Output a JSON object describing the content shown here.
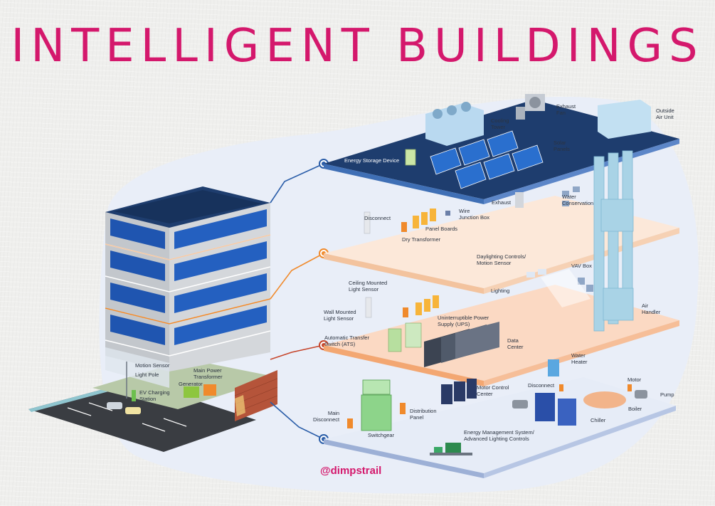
{
  "title": "INTELLIGENT BUILDINGS",
  "credit": "@dimpstrail",
  "colors": {
    "title": "#d4186c",
    "roof": "#1e3d6e",
    "floor_light": "#fce3d2",
    "floor_blue": "#e6ecf7",
    "connector_blue": "#2a5da8",
    "connector_orange": "#f08a2c"
  },
  "labels": {
    "exhaust_fan": "Exhaust\nFan",
    "outside_air_unit": "Outside\nAir Unit",
    "cooling_tower": "Cooling\nTower",
    "solar_panels": "Solar\nPanels",
    "energy_storage": "Energy Storage Device",
    "exhaust": "Exhaust",
    "water_conservation": "Water\nConservation",
    "disconnect_top": "Disconnect",
    "wire_junction_box": "Wire\nJunction Box",
    "panel_boards": "Panel Boards",
    "dry_transformer": "Dry Transformer",
    "daylighting": "Daylighting Controls/\nMotion Sensor",
    "vav_box": "VAV Box",
    "ceiling_sensor": "Ceiling Mounted\nLight Sensor",
    "lighting": "Lighting",
    "wall_sensor": "Wall Mounted\nLight Sensor",
    "ups": "Uninterruptible Power\nSupply (UPS)",
    "air_handler": "Air\nHandler",
    "ats": "Automatic Transfer\nSwitch (ATS)",
    "data_center": "Data\nCenter",
    "water_heater": "Water\nHeater",
    "motor_control": "Motor Control\nCenter",
    "disconnect_bottom": "Disconnect",
    "motor": "Motor",
    "pump": "Pump",
    "boiler": "Boiler",
    "chiller": "Chiller",
    "main_disconnect": "Main\nDisconnect",
    "switchgear": "Switchgear",
    "distribution_panel": "Distribution\nPanel",
    "ems": "Energy Management System/\nAdvanced Lighting Controls",
    "motion_sensor": "Motion Sensor",
    "light_pole": "Light Pole",
    "generator": "Generator",
    "main_power_transformer": "Main Power\nTransformer",
    "ev_charging": "EV Charging\nStation"
  }
}
